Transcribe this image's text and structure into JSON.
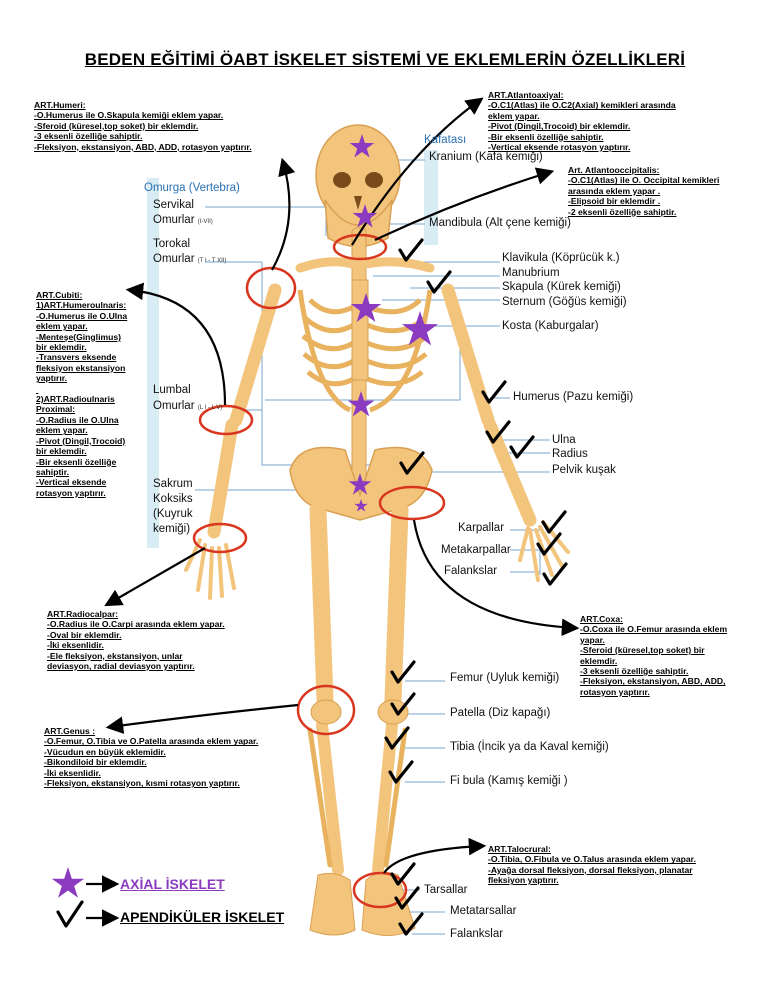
{
  "title": "BEDEN EĞİTİMİ ÖABT İSKELET SİSTEMİ VE EKLEMLERİN ÖZELLİKLERİ",
  "colors": {
    "axial": "#8a3bc0",
    "joint_ring": "#d9361f",
    "bone": "#f3c47c",
    "bone_shadow": "#d9a052",
    "leader": "#7aa6cf",
    "category": "#2a6fb0"
  },
  "categories": {
    "kafatasi": "Kafatası",
    "omurga": "Omurga (Vertebra)"
  },
  "spine_labels": {
    "servikal_1": "Servikal",
    "servikal_2": "Omurlar",
    "servikal_sub": "(I-VII)",
    "torokal_1": "Torokal",
    "torokal_2": "Omurlar",
    "torokal_sub": "(T I - T XII)",
    "lumbal_1": "Lumbal",
    "lumbal_2": "Omurlar",
    "lumbal_sub": "(L I - L V)",
    "sakrum": "Sakrum",
    "koksiks_1": "Koksiks",
    "koksiks_2": "(Kuyruk",
    "koksiks_3": "kemiği)"
  },
  "bone_labels": {
    "kranium": "Kranium (Kafa kemiği)",
    "mandibula": "Mandibula (Alt çene kemiği)",
    "klavikula": "Klavikula (Köprücük k.)",
    "manubrium": "Manubrium",
    "skapula": "Skapula (Kürek kemiği)",
    "sternum": "Sternum (Göğüs kemiği)",
    "kosta": "Kosta (Kaburgalar)",
    "humerus": "Humerus (Pazu kemiği)",
    "ulna": "Ulna",
    "radius": "Radius",
    "pelvik": "Pelvik kuşak",
    "karpallar": "Karpallar",
    "metakarpallar": "Metakarpallar",
    "falankslar_el": "Falankslar",
    "femur": "Femur (Uyluk kemiği)",
    "patella": "Patella (Diz kapağı)",
    "tibia": "Tibia (İncik ya da Kaval kemiği)",
    "fibula": "Fi bula (Kamış kemiği )",
    "tarsallar": "Tarsallar",
    "metatarsallar": "Metatarsallar",
    "falankslar_ayak": "Falankslar"
  },
  "boxes": {
    "humeri": {
      "title": "ART.Humeri:",
      "lines": [
        "-O.Humerus ile O.Skapula kemiği eklem yapar.",
        "-Sferoid (küresel,top soket) bir eklemdir.",
        "-3 eksenli özelliğe sahiptir.",
        "-Fleksiyon, ekstansiyon, ABD, ADD, rotasyon yaptırır."
      ]
    },
    "atlantoaxiyal": {
      "title": "ART.Atlantoaxiyal:",
      "lines": [
        "-O.C1(Atlas) ile O.C2(Axial) kemikleri arasında",
        "eklem yapar.",
        "-Pivot (Dingil,Trocoid) bir  eklemdir.",
        "-Bir eksenli özelliğe sahiptir.",
        "-Vertical eksende rotasyon yaptırır."
      ]
    },
    "atlantooccipitalis": {
      "title": "Art. Atlantooccipitalis:",
      "lines": [
        "-O.C1(Atlas) ile O. Occipital kemikleri",
        "arasında eklem yapar .",
        "-Elipsoid bir eklemdir .",
        "-2 eksenli özelliğe sahiptir."
      ]
    },
    "cubiti": {
      "title": "ART.Cubiti:",
      "lines": [
        "1)ART.Humeroulnaris:",
        "-O.Humerus ile O.Ulna",
        "eklem yapar.",
        "-Menteşe(Ginglimus)",
        "bir eklemdir.",
        "-Transvers eksende",
        "fleksiyon ekstansiyon",
        "yaptırır.",
        "",
        "2)ART.Radioulnaris",
        "Proximal:",
        "-O.Radius ile O.Ulna",
        "eklem yapar.",
        "-Pivot (Dingil,Trocoid)",
        "bir  eklemdir.",
        "-Bir eksenli özelliğe",
        "sahiptir.",
        "-Vertical eksende",
        "rotasyon yaptırır."
      ]
    },
    "radiocalpar": {
      "title": "ART.Radiocalpar:",
      "lines": [
        "-O.Radius ile O.Carpi arasında eklem yapar.",
        "-Oval bir eklemdir.",
        "-İki eksenlidir.",
        "-Ele fleksiyon, ekstansiyon, unlar",
        "deviasyon, radial deviasyon yaptırır."
      ]
    },
    "coxa": {
      "title": "ART.Coxa:",
      "lines": [
        "-O.Coxa ile O.Femur arasında eklem",
        "yapar.",
        "-Sferoid (küresel,top soket) bir",
        "eklemdir.",
        "-3 eksenli özelliğe sahiptir.",
        "-Fleksiyon, ekstansiyon, ABD, ADD,",
        "rotasyon yaptırır."
      ]
    },
    "genus": {
      "title": "ART.Genus :",
      "lines": [
        "-O.Femur, O.Tibia ve O.Patella arasında eklem yapar.",
        "-Vücudun en büyük eklemidir.",
        "-Bikondiloid bir eklemdir.",
        "-İki eksenlidir.",
        "-Fleksiyon, ekstansiyon, kısmi rotasyon yaptırır."
      ]
    },
    "talocrural": {
      "title": "ART.Talocrural:",
      "lines": [
        "-O.Tibia, O.Fibula ve O.Talus arasında eklem yapar.",
        "-Ayağa dorsal fleksiyon, dorsal fleksiyon, planatar",
        "fleksiyon yaptırır."
      ]
    }
  },
  "legend": {
    "axial": "AXİAL İSKELET",
    "apendikuler": "APENDİKÜLER İSKELET"
  }
}
